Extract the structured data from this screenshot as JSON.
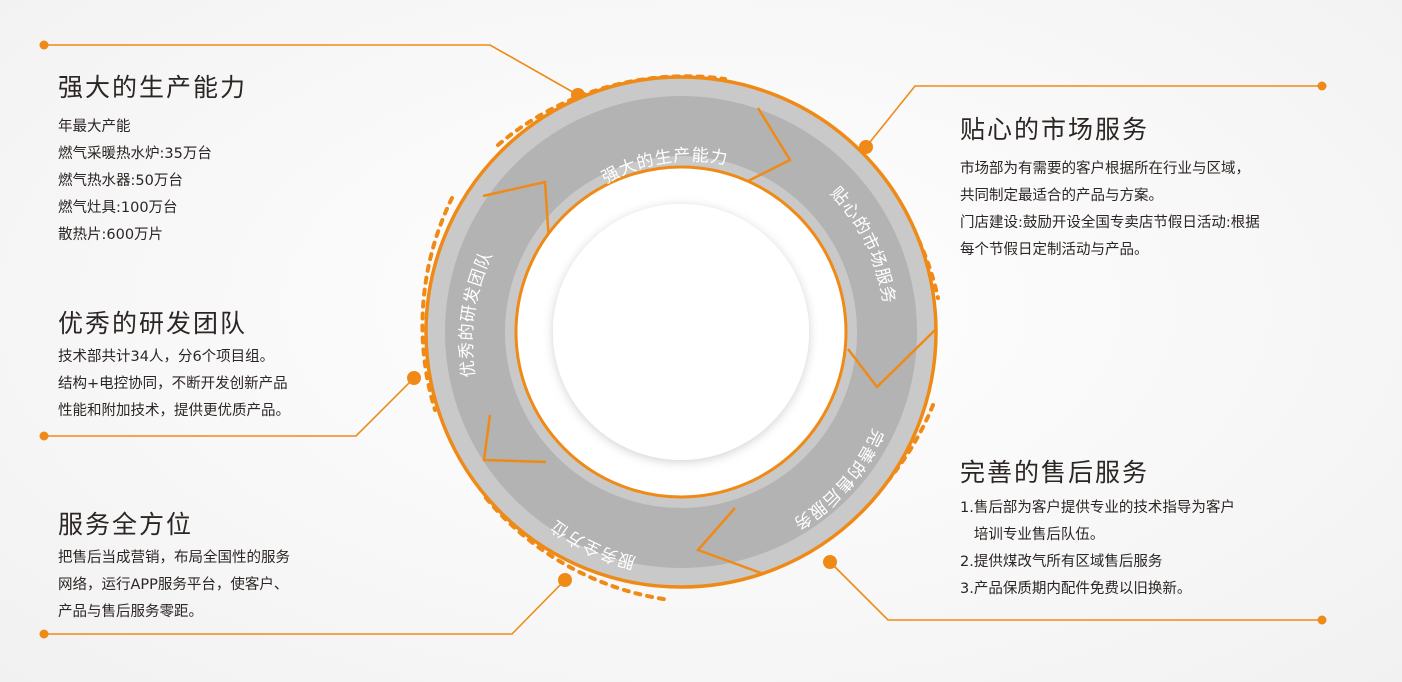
{
  "colors": {
    "accent": "#ef8a17",
    "ring_light": "#c9c9c9",
    "ring_dark": "#b3b3b3",
    "text": "#2b2523",
    "ring_text": "#ffffff"
  },
  "ring": {
    "segments": [
      {
        "label": "强大的生产能力"
      },
      {
        "label": "贴心的市场服务"
      },
      {
        "label": "完善的售后服务"
      },
      {
        "label": "服务全方位"
      },
      {
        "label": "优秀的研发团队"
      }
    ]
  },
  "blocks": {
    "production": {
      "title": "强大的生产能力",
      "lines": [
        "年最大产能",
        "燃气采暖热水炉:35万台",
        "燃气热水器:50万台",
        "燃气灶具:100万台",
        "散热片:600万片"
      ]
    },
    "market": {
      "title": "贴心的市场服务",
      "lines": [
        "市场部为有需要的客户根据所在行业与区域，",
        "共同制定最适合的产品与方案。",
        "门店建设:鼓励开设全国专卖店节假日活动:根据",
        "每个节假日定制活动与产品。"
      ]
    },
    "rnd": {
      "title": "优秀的研发团队",
      "lines": [
        "技术部共计34人，分6个项目组。",
        "结构+电控协同，不断开发创新产品",
        "性能和附加技术，提供更优质产品。"
      ]
    },
    "service": {
      "title": "服务全方位",
      "lines": [
        "把售后当成营销，布局全国性的服务",
        "网络，运行APP服务平台，使客户、",
        "产品与售后服务零距。"
      ]
    },
    "aftersales": {
      "title": "完善的售后服务",
      "lines": [
        "1.售后部为客户提供专业的技术指导为客户",
        "   培训专业售后队伍。",
        "2.提供煤改气所有区域售后服务",
        "3.产品保质期内配件免费以旧换新。"
      ]
    }
  }
}
